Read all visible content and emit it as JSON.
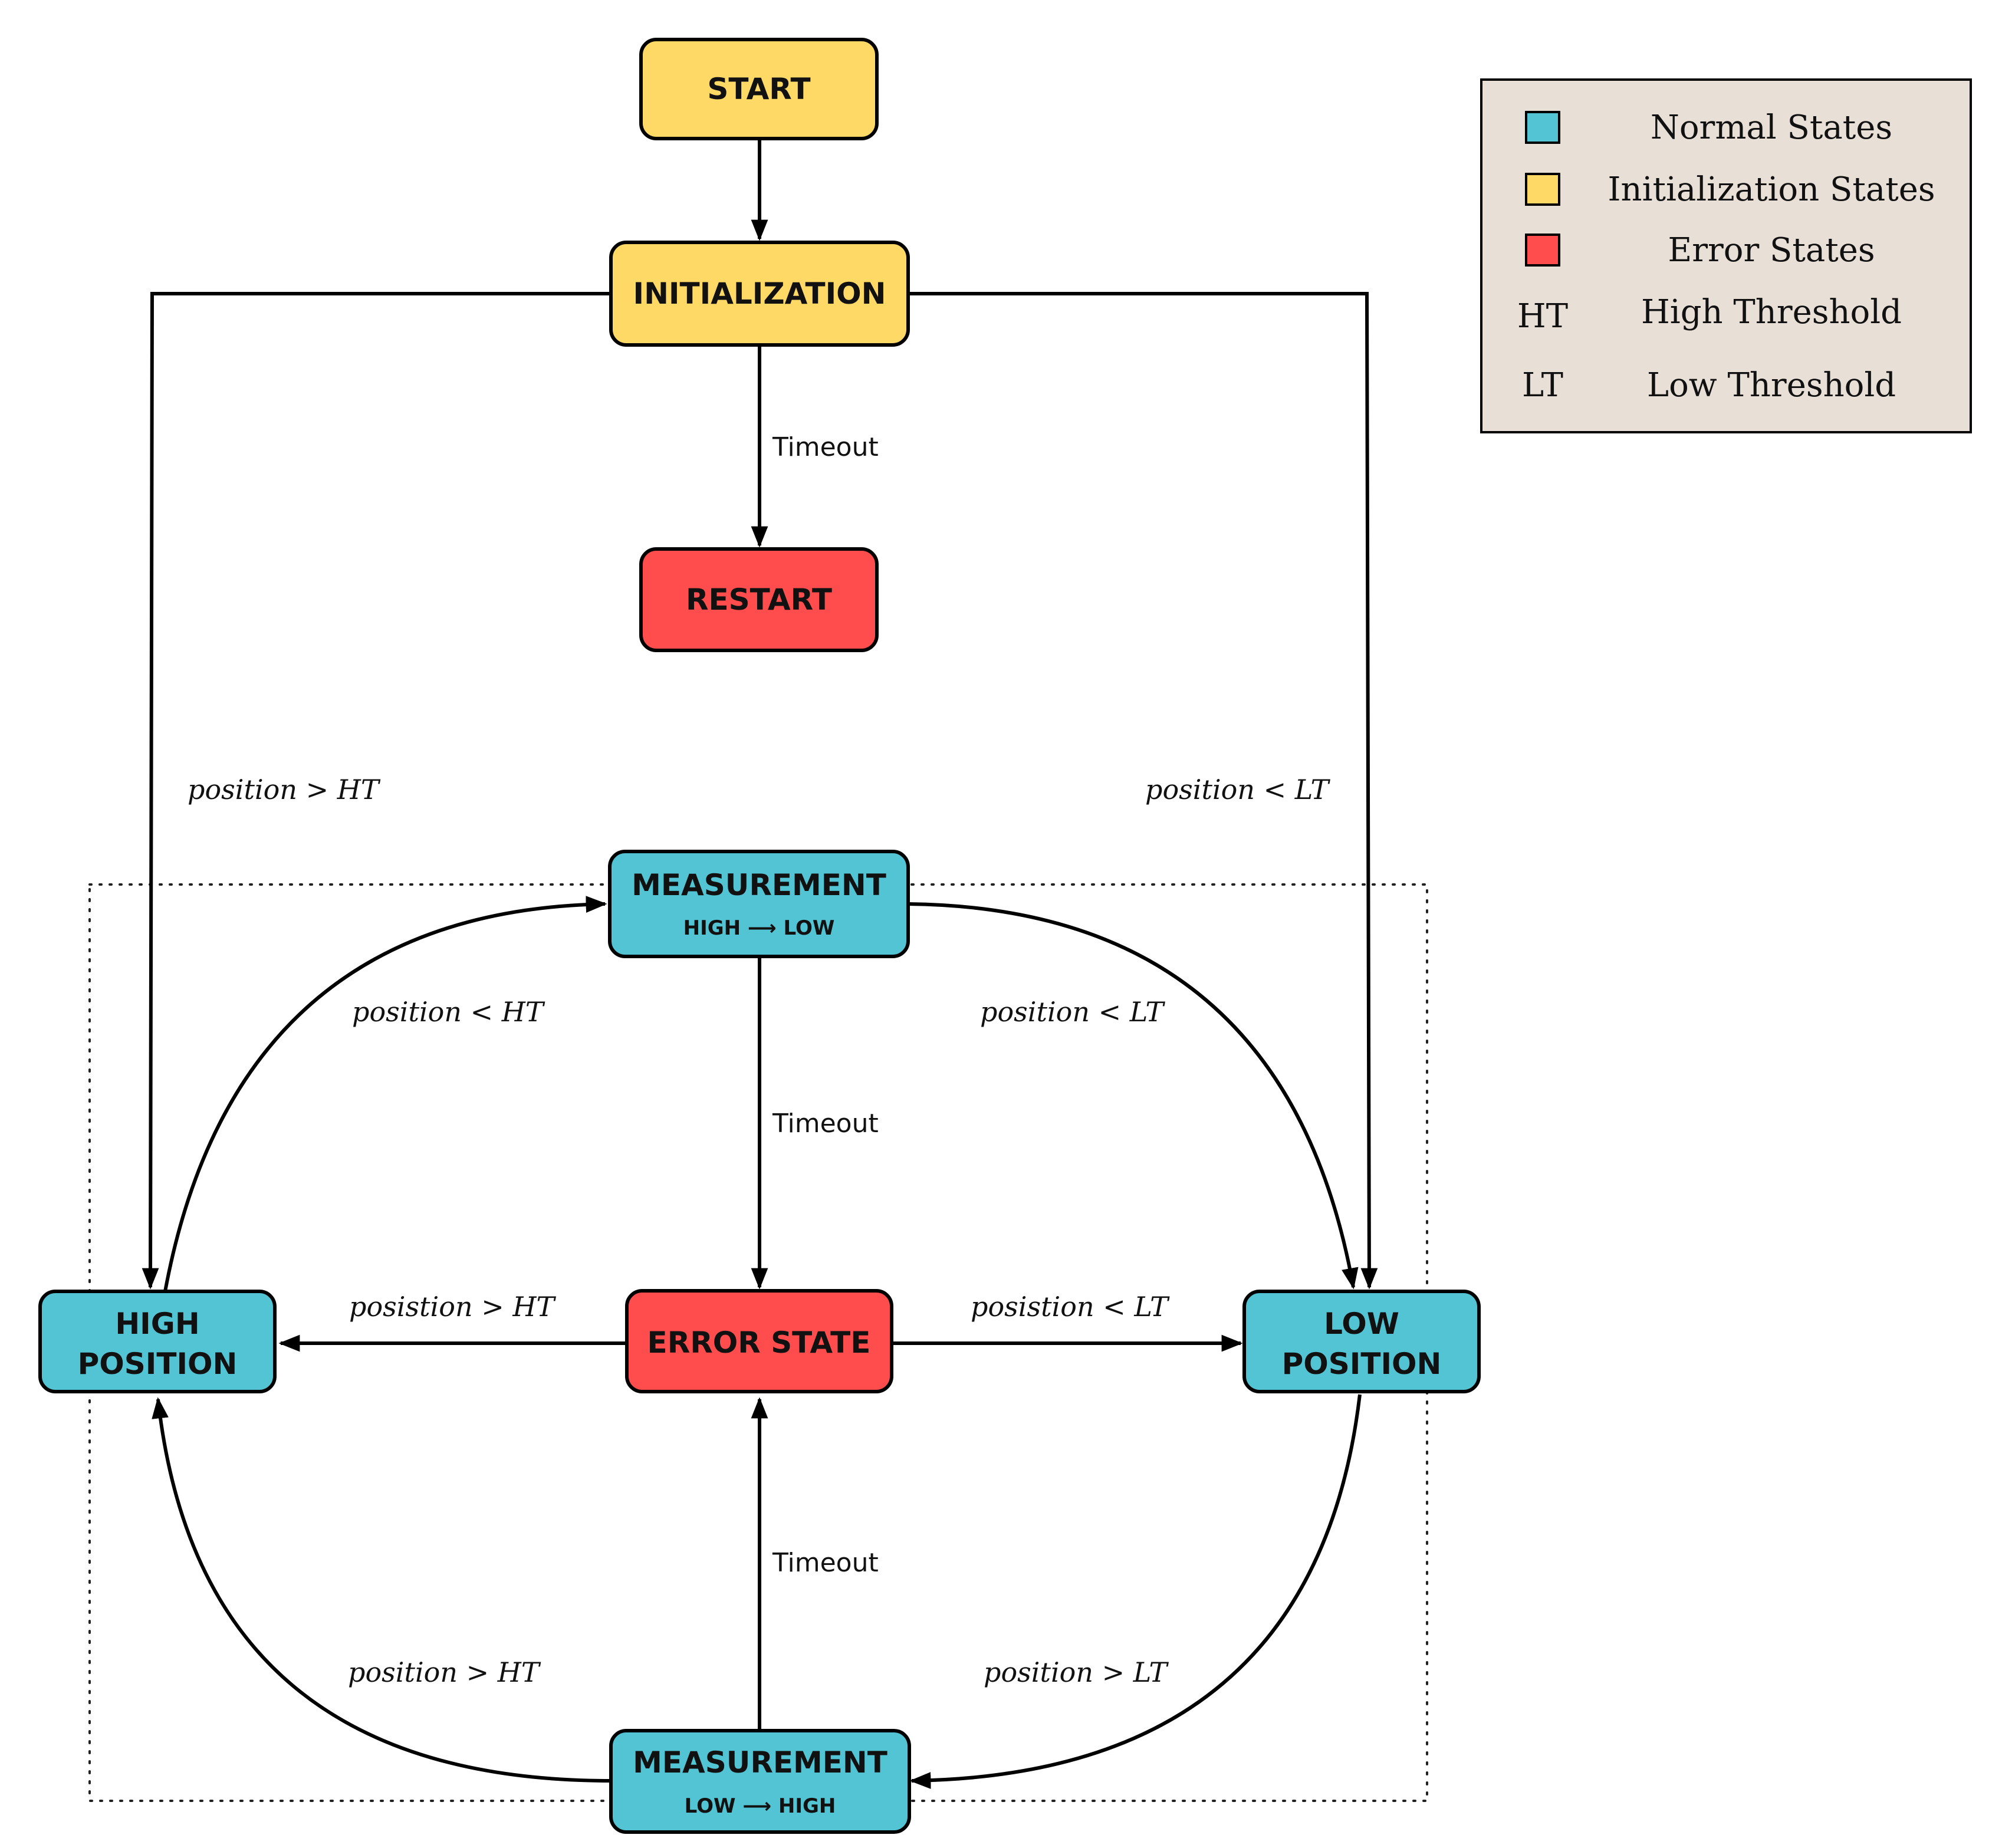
{
  "colors": {
    "normal": "#52C4D3",
    "initialization": "#FFD966",
    "error": "#FF4C4C",
    "legend_bg": "#E8DFD6",
    "stroke": "#000000"
  },
  "nodes": {
    "start": {
      "title": "START",
      "kind": "initialization"
    },
    "initialization": {
      "title": "INITIALIZATION",
      "kind": "initialization"
    },
    "restart": {
      "title": "RESTART",
      "kind": "error"
    },
    "measurement_hl": {
      "title": "MEASUREMENT",
      "subtitle": "HIGH ⟶ LOW",
      "kind": "normal"
    },
    "error_state": {
      "title": "ERROR STATE",
      "kind": "error"
    },
    "high_position": {
      "title_line1": "HIGH",
      "title_line2": "POSITION",
      "kind": "normal"
    },
    "low_position": {
      "title_line1": "LOW",
      "title_line2": "POSITION",
      "kind": "normal"
    },
    "measurement_lh": {
      "title": "MEASUREMENT",
      "subtitle": "LOW ⟶ HIGH",
      "kind": "normal"
    }
  },
  "edge_labels": {
    "init_restart": "Timeout",
    "init_high": "position > HT",
    "init_low": "position < LT",
    "high_to_meas_hl": "position < HT",
    "meas_hl_to_low": "position < LT",
    "meas_hl_to_error": "Timeout",
    "error_to_high": "posistion > HT",
    "error_to_low": "posistion < LT",
    "meas_lh_to_error": "Timeout",
    "meas_lh_to_high": "position > HT",
    "low_to_meas_lh": "position > LT"
  },
  "legend": {
    "items": [
      {
        "symbol": "",
        "label": "Normal States",
        "kind": "normal"
      },
      {
        "symbol": "",
        "label": "Initialization States",
        "kind": "initialization"
      },
      {
        "symbol": "",
        "label": "Error States",
        "kind": "error"
      },
      {
        "symbol": "HT",
        "label": "High Threshold",
        "kind": "text"
      },
      {
        "symbol": "LT",
        "label": "Low Threshold",
        "kind": "text"
      }
    ]
  }
}
